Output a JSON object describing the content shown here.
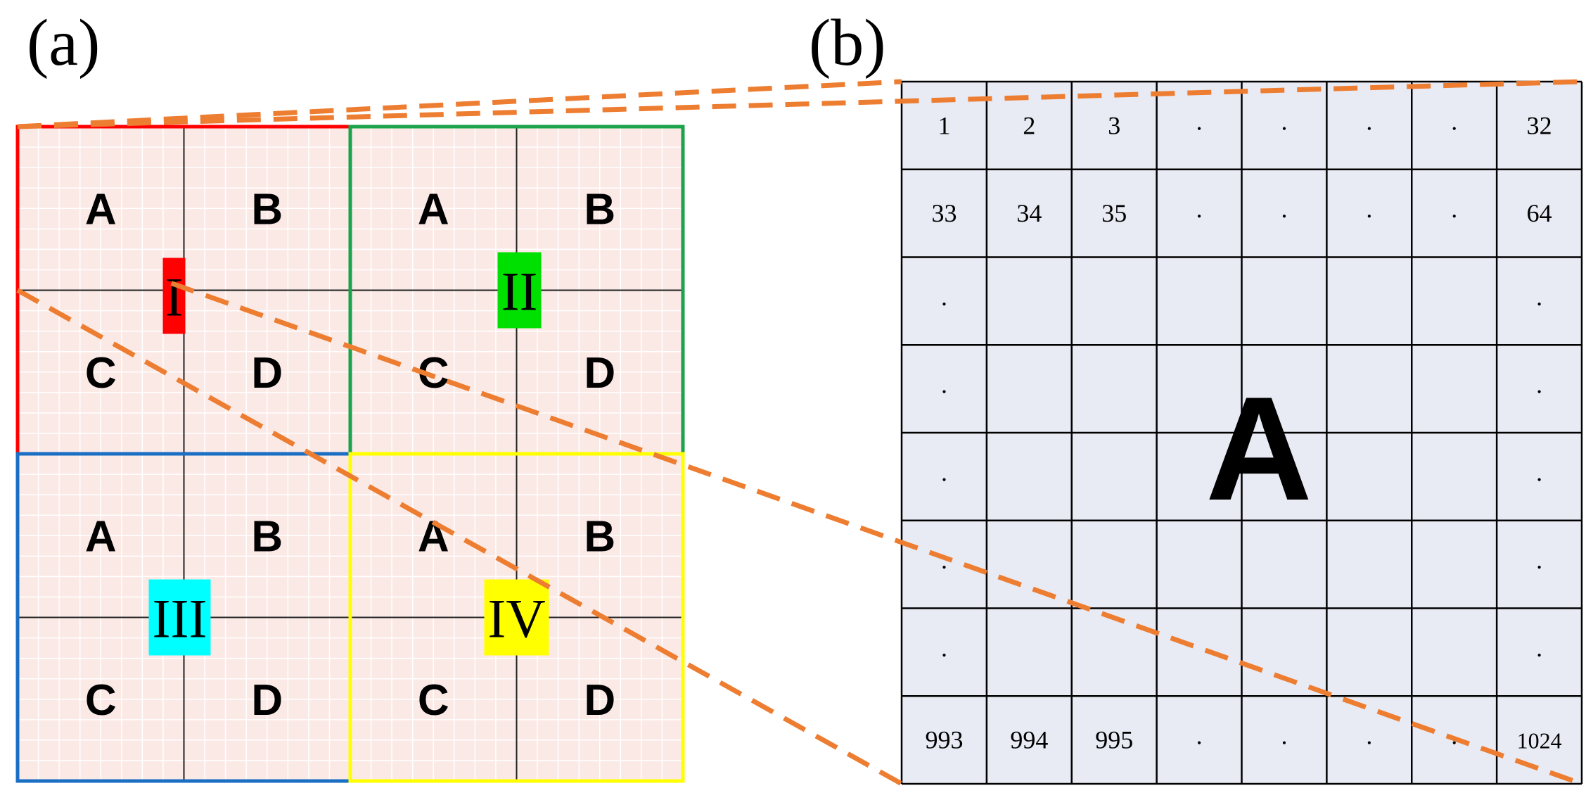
{
  "panels": {
    "a_label": "(a)",
    "b_label": "(b)"
  },
  "quadrants": [
    {
      "roman": "I",
      "border": "#ff0000",
      "badge": "#ff0000",
      "letters": [
        "A",
        "B",
        "C",
        "D"
      ]
    },
    {
      "roman": "II",
      "border": "#1aa34a",
      "badge": "#00e000",
      "letters": [
        "A",
        "B",
        "C",
        "D"
      ]
    },
    {
      "roman": "III",
      "border": "#1a6fc4",
      "badge": "#00ffff",
      "letters": [
        "A",
        "B",
        "C",
        "D"
      ]
    },
    {
      "roman": "IV",
      "border": "#ffff00",
      "badge": "#ffff00",
      "letters": [
        "A",
        "B",
        "C",
        "D"
      ]
    }
  ],
  "matrix": {
    "label": "A",
    "rows": [
      [
        "1",
        "2",
        "3",
        ".",
        ".",
        ".",
        ".",
        "32"
      ],
      [
        "33",
        "34",
        "35",
        ".",
        ".",
        ".",
        ".",
        "64"
      ],
      [
        ".",
        "",
        "",
        "",
        "",
        "",
        "",
        "."
      ],
      [
        ".",
        "",
        "",
        "",
        "",
        "",
        "",
        "."
      ],
      [
        ".",
        "",
        "",
        "",
        "",
        "",
        "",
        "."
      ],
      [
        ".",
        "",
        "",
        "",
        "",
        "",
        "",
        "."
      ],
      [
        ".",
        "",
        "",
        "",
        "",
        "",
        "",
        "."
      ],
      [
        "993",
        "994",
        "995",
        ".",
        ".",
        ".",
        ".",
        "1024"
      ]
    ]
  },
  "colors": {
    "quad_fill": "#fbe9e6",
    "fine_grid": "#ffffff",
    "matrix_fill": "#e8eaf4",
    "matrix_grid": "#000000",
    "zoom_lines": "#ed7d31"
  }
}
